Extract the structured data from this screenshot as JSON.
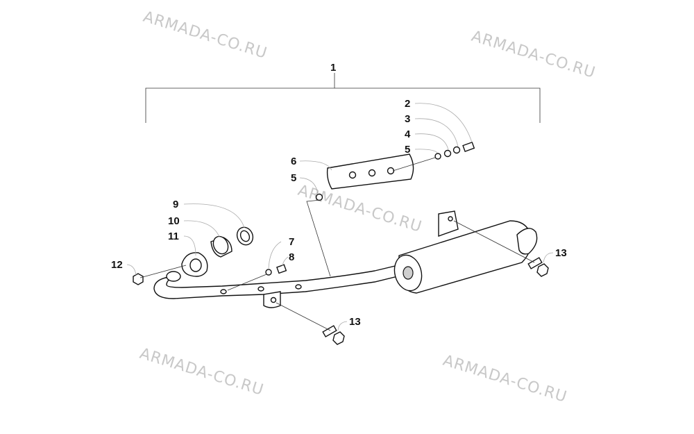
{
  "watermark": {
    "text": "ARMADA-CO.RU",
    "color": "#c8c8c8"
  },
  "callouts": [
    {
      "id": "c1",
      "text": "1"
    },
    {
      "id": "c2",
      "text": "2"
    },
    {
      "id": "c3",
      "text": "3"
    },
    {
      "id": "c4",
      "text": "4"
    },
    {
      "id": "c5a",
      "text": "5"
    },
    {
      "id": "c6",
      "text": "6"
    },
    {
      "id": "c5b",
      "text": "5"
    },
    {
      "id": "c7",
      "text": "7"
    },
    {
      "id": "c8",
      "text": "8"
    },
    {
      "id": "c9",
      "text": "9"
    },
    {
      "id": "c10",
      "text": "10"
    },
    {
      "id": "c11",
      "text": "11"
    },
    {
      "id": "c12",
      "text": "12"
    },
    {
      "id": "c13a",
      "text": "13"
    },
    {
      "id": "c13b",
      "text": "13"
    }
  ]
}
